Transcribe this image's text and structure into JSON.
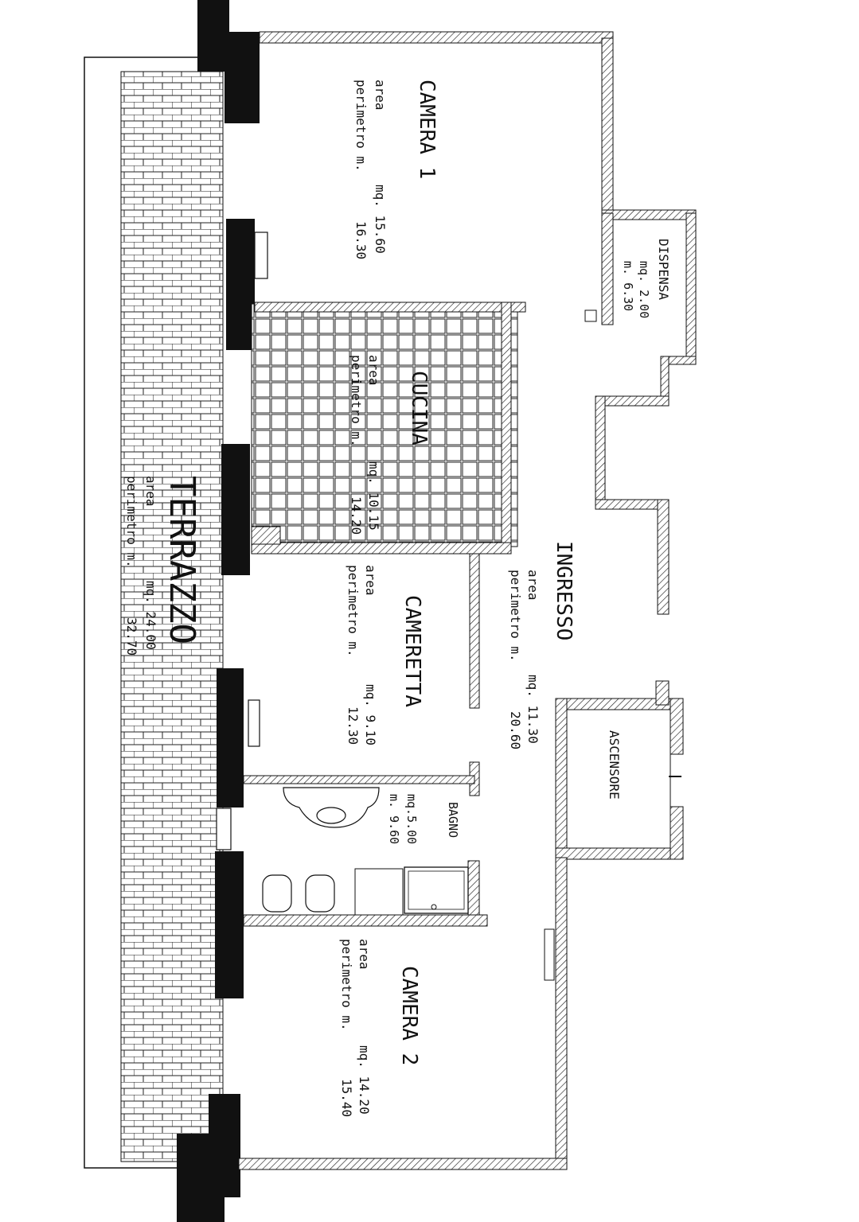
{
  "rooms": {
    "camera1": {
      "name": "CAMERA 1",
      "area_label": "area",
      "area_value": "mq. 15.60",
      "perim_label": "perimetro m.",
      "perim_value": "16.30"
    },
    "dispensa": {
      "name": "DISPENSA",
      "area_value": "mq. 2.00",
      "perim_value": "m. 6.30"
    },
    "cucina": {
      "name": "CUCINA",
      "area_label": "area",
      "area_value": "mq. 10.15",
      "perim_label": "perimetro m.",
      "perim_value": "14.20"
    },
    "terrazzo": {
      "name": "TERRAZZO",
      "area_label": "area",
      "area_value": "mq. 24.00",
      "perim_label": "perimetro m.",
      "perim_value": "32.70"
    },
    "ingresso": {
      "name": "INGRESSO",
      "area_label": "area",
      "area_value": "mq. 11.30",
      "perim_label": "perimetro m.",
      "perim_value": "20.60"
    },
    "cameretta": {
      "name": "CAMERETTA",
      "area_label": "area",
      "area_value": "mq. 9.10",
      "perim_label": "perimetro m.",
      "perim_value": "12.30"
    },
    "ascensore": {
      "name": "ASCENSORE"
    },
    "bagno": {
      "name": "BAGNO",
      "area_value": "mq.5.00",
      "perim_value": "m. 9.60"
    },
    "camera2": {
      "name": "CAMERA 2",
      "area_label": "area",
      "area_value": "mq. 14.20",
      "perim_label": "perimetro m.",
      "perim_value": "15.40"
    }
  },
  "colors": {
    "ink": "#111111",
    "paper": "#ffffff",
    "hatch": "#222222"
  }
}
